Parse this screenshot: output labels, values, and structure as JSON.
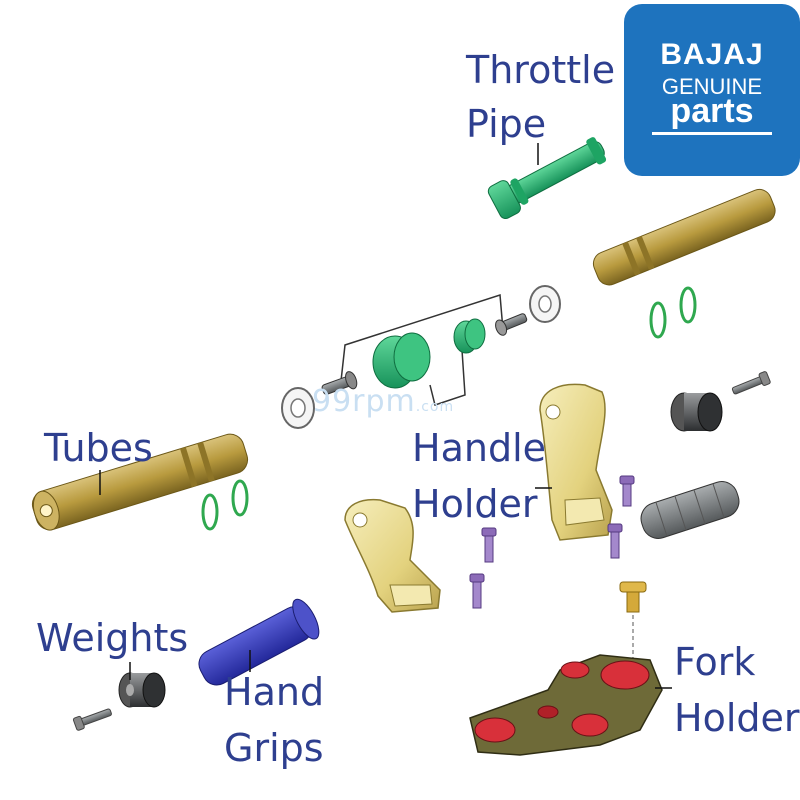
{
  "brand": {
    "name": "BAJAJ",
    "line1": "GENUINE",
    "line2": "parts"
  },
  "watermark": {
    "text": "99rpm",
    "domain": ".com"
  },
  "labels": {
    "throttle_pipe": [
      "Throttle",
      "Pipe"
    ],
    "tubes": [
      "Tubes"
    ],
    "handle_holder": [
      "Handle",
      "Holder"
    ],
    "weights": [
      "Weights"
    ],
    "hand_grips": [
      "Hand",
      "Grips"
    ],
    "fork_holder": [
      "Fork",
      "Holder"
    ]
  },
  "colors": {
    "label_text": "#2e3f8f",
    "badge_bg": "#1e73be",
    "tube_gold": "#b89a3e",
    "holder_yellow": "#e8d98a",
    "throttle_green": "#2bb673",
    "bolt_purple": "#8c6bb8",
    "grip_blue": "#3a3fb0",
    "fork_red": "#d8303a",
    "ring_green": "#2fa84f"
  }
}
